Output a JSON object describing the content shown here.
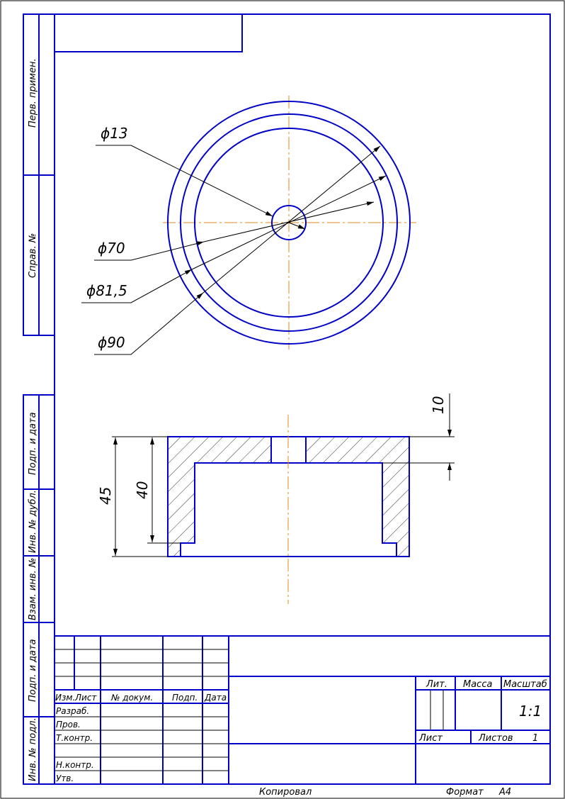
{
  "side_strip": [
    "Перв. примен.",
    "Справ. №",
    "Подп. и дата",
    "Инв. № дубл.",
    "Взам. инв. №",
    "Подп. и дата",
    "Инв. № подл."
  ],
  "dimensions": {
    "d13": "ϕ13",
    "d70": "ϕ70",
    "d81": "ϕ81,5",
    "d90": "ϕ90",
    "h45": "45",
    "h40": "40",
    "h10": "10"
  },
  "title_block": {
    "headers": [
      "Изм.",
      "Лист",
      "№ докум.",
      "Подп.",
      "Дата"
    ],
    "roles": [
      "Разраб.",
      "Пров.",
      "Т.контр.",
      "Н.контр.",
      "Утв."
    ],
    "lit": "Лит.",
    "mass": "Масса",
    "scale_label": "Масштаб",
    "scale": "1:1",
    "sheet": "Лист",
    "sheets": "Листов",
    "sheets_count": "1"
  },
  "footer": {
    "copied": "Копировал",
    "format_label": "Формат",
    "format": "A4"
  },
  "colors": {
    "line": "#0000c8",
    "axis": "#e08a1e"
  }
}
